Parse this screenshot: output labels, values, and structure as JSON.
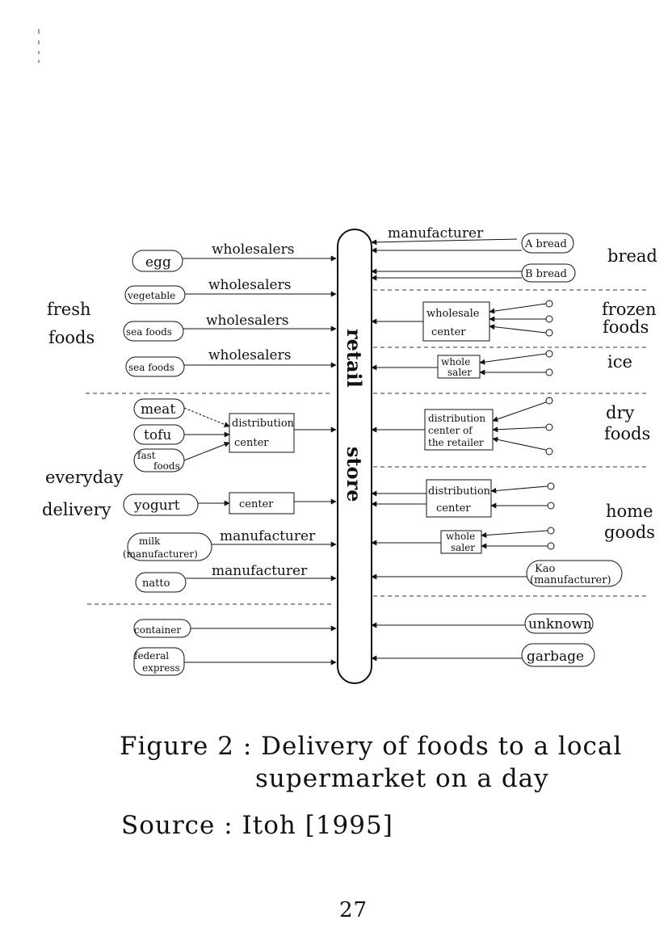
{
  "store": {
    "top": "retail",
    "bottom": "store"
  },
  "left": {
    "categories": {
      "fresh": [
        "fresh",
        "foods"
      ],
      "everyday": [
        "everyday",
        "delivery"
      ]
    },
    "sources": {
      "egg": "egg",
      "vegetable": "vegetable",
      "seafoods1": "sea foods",
      "seafoods2": "sea foods",
      "meat": "meat",
      "tofu": "tofu",
      "fastfoods": [
        "fast",
        "foods"
      ],
      "yogurt": "yogurt",
      "milk": [
        "milk",
        "(manufacturer)"
      ],
      "natto": "natto",
      "container": "container",
      "fedex": [
        "federal",
        "express"
      ]
    },
    "intermediaries": {
      "w1": "wholesalers",
      "w2": "wholesalers",
      "w3": "wholesalers",
      "w4": "wholesalers",
      "dist": [
        "distribution",
        "center"
      ],
      "center": "center",
      "m1": "manufacturer",
      "m2": "manufacturer"
    }
  },
  "right": {
    "categories": {
      "bread": "bread",
      "frozen": [
        "frozen",
        "foods"
      ],
      "ice": "ice",
      "dry": [
        "dry",
        "foods"
      ],
      "home": [
        "home",
        "goods"
      ]
    },
    "sources": {
      "abread": "A bread",
      "bbread": "B bread",
      "kao": [
        "Kao",
        "(manufacturer)"
      ],
      "unknown": "unknown",
      "garbage": "garbage"
    },
    "intermediaries": {
      "manufacturer": "manufacturer",
      "wc": [
        "wholesale",
        "center"
      ],
      "ws1": [
        "whole",
        "saler"
      ],
      "dcr": [
        "distribution",
        "center of",
        "the retailer"
      ],
      "dc2": [
        "distribution",
        "center"
      ],
      "ws2": [
        "whole",
        "saler"
      ]
    }
  },
  "caption": {
    "line1": "Figure 2 : Delivery of foods to a local",
    "line2": "supermarket on a day",
    "source": "Source : Itoh [1995]"
  },
  "page_number": "27"
}
